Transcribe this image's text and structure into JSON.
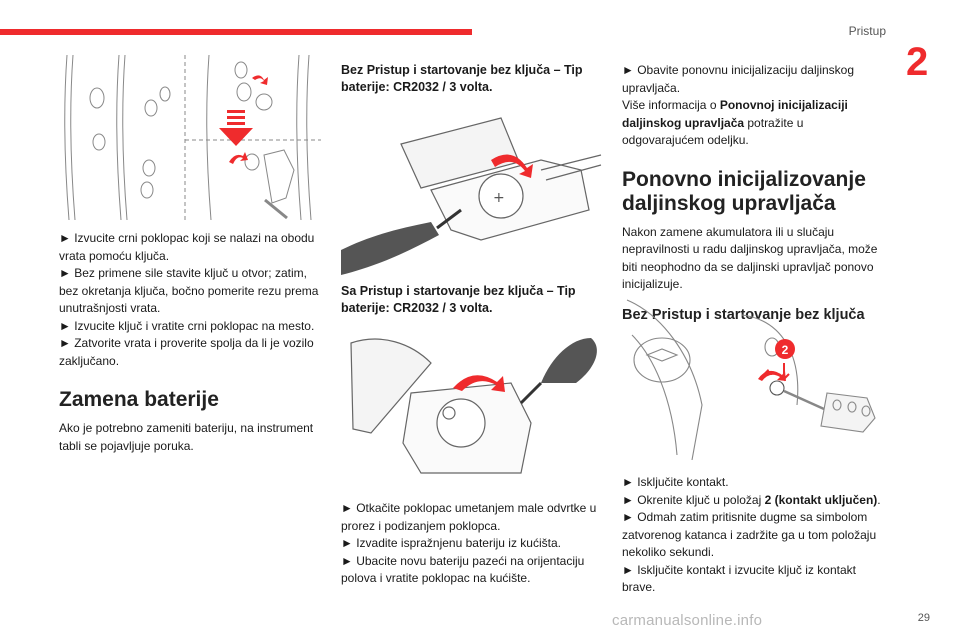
{
  "header": {
    "section": "Pristup",
    "chapter_number": "2",
    "page_number": "29"
  },
  "watermark": "carmanualsonline.info",
  "col1": {
    "steps": [
      "► Izvucite crni poklopac koji se nalazi na obodu vrata pomoću ključa.",
      "► Bez primene sile stavite ključ u otvor; zatim, bez okretanja ključa, bočno pomerite rezu prema unutrašnjosti vrata.",
      "► Izvucite ključ i vratite crni poklopac na mesto.",
      "► Zatvorite vrata i proverite spolja da li je vozilo zaključano."
    ],
    "heading": "Zamena baterije",
    "intro": "Ako je potrebno zameniti bateriju, na instrument tabli se pojavljuje poruka."
  },
  "col2": {
    "caption1": "Bez Pristup i startovanje bez ključa – Tip baterije: CR2032 / 3 volta.",
    "caption2": "Sa Pristup i startovanje bez ključa – Tip baterije: CR2032 / 3 volta.",
    "steps": [
      "► Otkačite poklopac umetanjem male odvrtke u prorez i podizanjem poklopca.",
      "► Izvadite ispražnjenu bateriju iz kućišta.",
      "► Ubacite novu bateriju pazeći na orijentaciju polova i vratite poklopac na kućište."
    ]
  },
  "col3": {
    "step1": "► Obavite ponovnu inicijalizaciju daljinskog upravljača.",
    "ref_prefix": "Više informacija o ",
    "ref_bold": "Ponovnoj inicijalizaciji daljinskog upravljača",
    "ref_suffix": " potražite u odgovarajućem odeljku.",
    "heading": "Ponovno inicijalizovanje daljinskog upravljača",
    "intro": "Nakon zamene akumulatora ili u slučaju nepravilnosti u radu daljinskog upravljača, može biti neophodno da se daljinski upravljač ponovo inicijalizuje.",
    "subheading": "Bez Pristup i startovanje bez ključa",
    "fig_badge": "2",
    "s1": "► Isključite kontakt.",
    "s2_prefix": "► Okrenite ključ u položaj ",
    "s2_bold": "2 (kontakt uključen)",
    "s2_suffix": ".",
    "s3": "► Odmah zatim pritisnite dugme sa simbolom zatvorenog katanca i zadržite ga u tom položaju nekoliko sekundi.",
    "s4": "► Isključite kontakt i izvucite ključ iz kontakt brave."
  },
  "colors": {
    "accent": "#ef2b2d",
    "text": "#1a1a1a"
  }
}
